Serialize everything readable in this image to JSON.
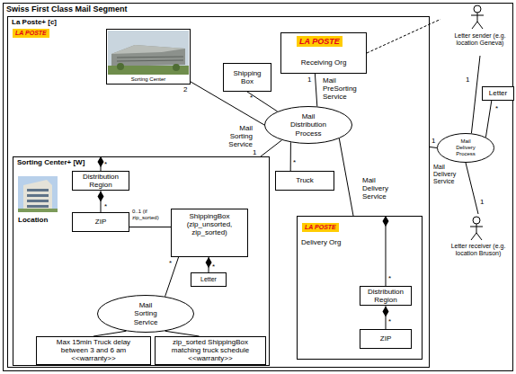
{
  "diagram": {
    "title": "Swiss First Class Mail Segment",
    "nodes": [
      {
        "text": [
          "La Poste+ [c]"
        ]
      },
      {
        "text": [
          "Sorting Center"
        ],
        "in": 0
      },
      {
        "text": [
          "Shipping Box"
        ],
        "in": 0
      },
      {
        "text": [
          "Receiving Org"
        ],
        "in": 0
      },
      {
        "text": [
          "Mail Distribution Process"
        ],
        "in": 0
      },
      {
        "text": [
          "Sorting Center+ [W]"
        ],
        "in": 0
      },
      {
        "text": [
          "Distribution Region"
        ],
        "in": 5
      },
      {
        "text": [
          "ZIP"
        ],
        "in": 5
      },
      {
        "text": [
          "ShippingBox (zip_unsorted, zip_sorted)"
        ],
        "in": 5
      },
      {
        "text": [
          "Letter"
        ],
        "in": 5
      },
      {
        "text": [
          "Mail Sorting Service"
        ],
        "in": 5
      },
      {
        "text": [
          "Max 15min Truck delay between 3 and 6 am <<warranty>>"
        ],
        "in": 5
      },
      {
        "text": [
          "zip_sorted ShippingBox matching truck schedule <<warranty>>"
        ],
        "in": 5
      },
      {
        "text": [
          "Truck"
        ],
        "in": 0
      },
      {
        "text": [
          "Delivery Org"
        ],
        "in": 0
      },
      {
        "text": [
          "Distribution Region"
        ],
        "in": 14
      },
      {
        "text": [
          "ZIP"
        ],
        "in": 14
      },
      {
        "text": [
          "Letter"
        ]
      },
      {
        "text": [
          "Mail Delivery Process"
        ]
      },
      {
        "text": [
          "Letter sender (e.g. location Geneva)"
        ]
      },
      {
        "text": [
          "Letter receiver (e.g. location Bruson)"
        ]
      }
    ],
    "edges": [
      {
        "from": 1,
        "to": 4,
        "arrow": "none"
      },
      {
        "from": 2,
        "to": 4,
        "arrow": "none"
      },
      {
        "from": 3,
        "to": 4,
        "label": "Mail PreSorting Service",
        "arrow": "none"
      },
      {
        "from": 3,
        "to": 19,
        "arrow": "none"
      },
      {
        "from": 4,
        "to": 5,
        "label": "Mail Sorting Service",
        "arrow": "none"
      },
      {
        "from": 4,
        "to": 13,
        "arrow": "none"
      },
      {
        "from": 4,
        "to": 14,
        "label": "Mail Delivery Service",
        "arrow": "none"
      },
      {
        "from": 7,
        "to": 6,
        "arrow": "to"
      },
      {
        "from": 6,
        "to": 5,
        "arrow": "to"
      },
      {
        "from": 7,
        "to": 8,
        "label": "0..1 (if zip_sorted)",
        "arrow": "none"
      },
      {
        "from": 9,
        "to": 8,
        "arrow": "to"
      },
      {
        "from": 8,
        "to": 10,
        "arrow": "none"
      },
      {
        "from": 10,
        "to": 11,
        "arrow": "none"
      },
      {
        "from": 10,
        "to": 12,
        "arrow": "none"
      },
      {
        "from": 15,
        "to": 14,
        "arrow": "to"
      },
      {
        "from": 16,
        "to": 15,
        "arrow": "to"
      },
      {
        "from": 18,
        "to": 0,
        "label": "Mail Delivery Service",
        "arrow": "none"
      },
      {
        "from": 18,
        "to": 19,
        "arrow": "none"
      },
      {
        "from": 18,
        "to": 20,
        "arrow": "none"
      },
      {
        "from": 18,
        "to": 17,
        "arrow": "none"
      }
    ],
    "labels": [
      "LA POSTE",
      "2",
      "*",
      "LA POSTE",
      "1",
      "1",
      "*",
      "Location",
      "*",
      "*",
      "*",
      "*",
      "LA POSTE",
      "*",
      "*",
      "1",
      "*",
      "1",
      "1"
    ]
  }
}
